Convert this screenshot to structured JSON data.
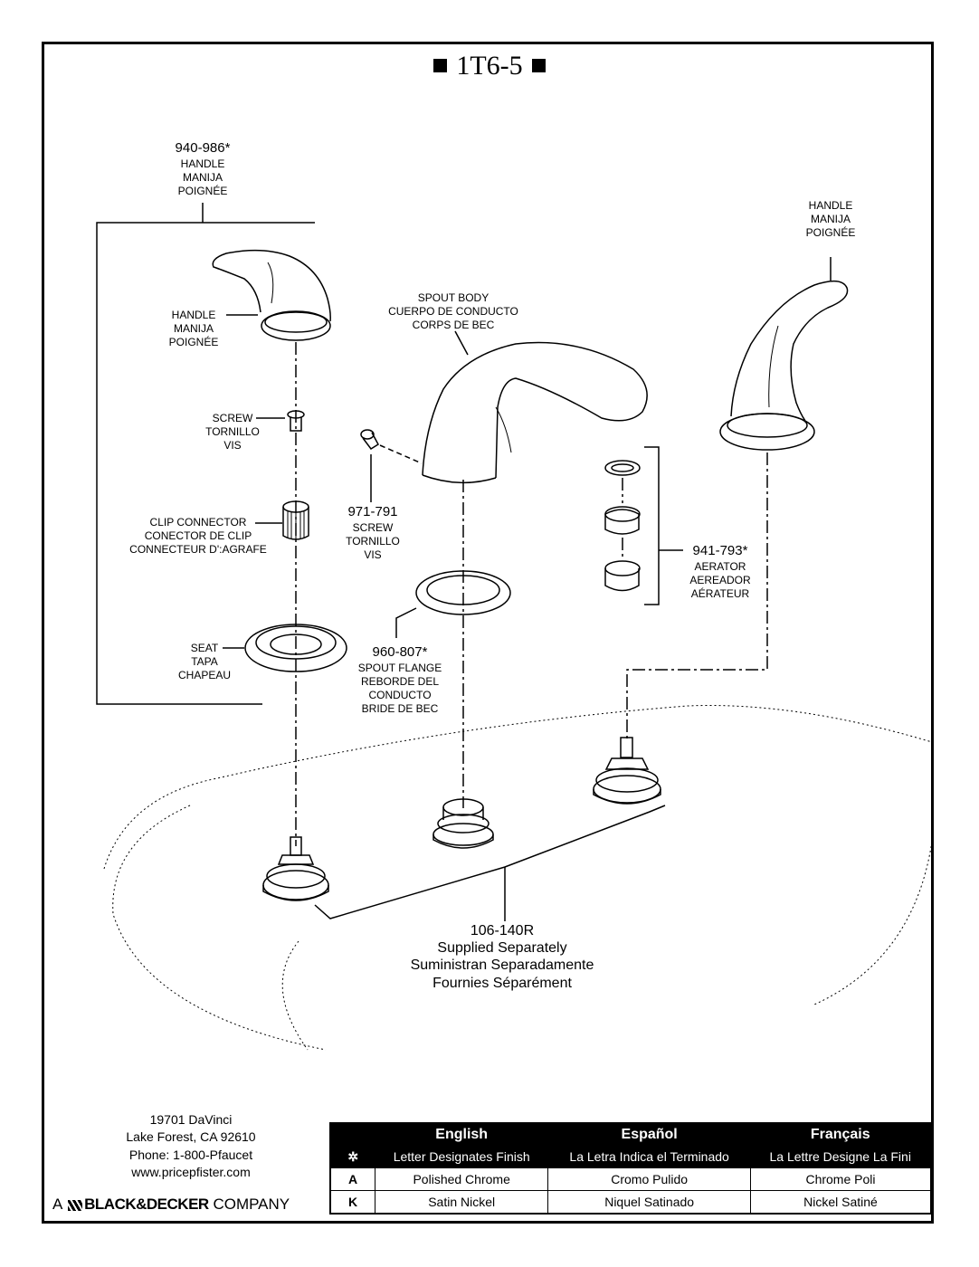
{
  "title": "1T6-5",
  "labels": {
    "handle_kit": {
      "num": "940-986*",
      "l1": "HANDLE",
      "l2": "MANIJA",
      "l3": "POIGNÉE"
    },
    "handle_left": {
      "l1": "HANDLE",
      "l2": "MANIJA",
      "l3": "POIGNÉE"
    },
    "handle_right": {
      "l1": "HANDLE",
      "l2": "MANIJA",
      "l3": "POIGNÉE"
    },
    "screw_left": {
      "l1": "SCREW",
      "l2": "TORNILLO",
      "l3": "VIS"
    },
    "clip": {
      "l1": "CLIP CONNECTOR",
      "l2": "CONECTOR DE CLIP",
      "l3": "CONNECTEUR D':AGRAFE"
    },
    "seat": {
      "l1": "SEAT",
      "l2": "TAPA",
      "l3": "CHAPEAU"
    },
    "spout_body": {
      "l1": "SPOUT BODY",
      "l2": "CUERPO DE CONDUCTO",
      "l3": "CORPS DE BEC"
    },
    "screw_spout": {
      "num": "971-791",
      "l1": "SCREW",
      "l2": "TORNILLO",
      "l3": "VIS"
    },
    "spout_flange": {
      "num": "960-807*",
      "l1": "SPOUT FLANGE",
      "l2": "REBORDE DEL",
      "l3": "CONDUCTO",
      "l4": "BRIDE DE BEC"
    },
    "aerator": {
      "num": "941-793*",
      "l1": "AERATOR",
      "l2": "AEREADOR",
      "l3": "AÉRATEUR"
    },
    "valves": {
      "num": "106-140R",
      "l1": "Supplied Separately",
      "l2": "Suministran Separadamente",
      "l3": "Fournies Séparément"
    }
  },
  "footer": {
    "address1": "19701 DaVinci",
    "address2": "Lake Forest, CA  92610",
    "phone": "Phone: 1-800-Pfaucet",
    "web": "www.pricepfister.com",
    "brand_prefix": "A",
    "brand_name": "BLACK&DECKER",
    "brand_suffix": "COMPANY"
  },
  "finish_table": {
    "headers": [
      "English",
      "Español",
      "Français"
    ],
    "marker": "✲",
    "subheaders": [
      "Letter Designates Finish",
      "La Letra Indica el Terminado",
      "La Lettre Designe La Fini"
    ],
    "rows": [
      {
        "letter": "A",
        "en": "Polished Chrome",
        "es": "Cromo Pulido",
        "fr": "Chrome Poli"
      },
      {
        "letter": "K",
        "en": "Satin Nickel",
        "es": "Niquel Satinado",
        "fr": "Nickel Satiné"
      }
    ]
  }
}
